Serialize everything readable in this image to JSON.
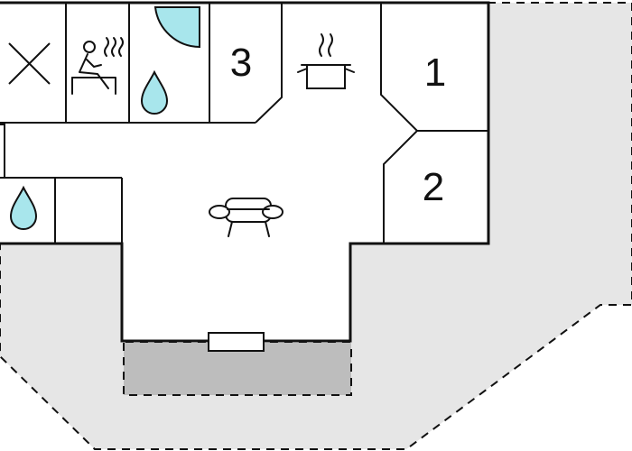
{
  "rooms": {
    "bedroom_1": "1",
    "bedroom_2": "2",
    "bedroom_3": "3"
  },
  "icons": {
    "storage": "x-icon",
    "sauna": "sauna-icon",
    "shower": "water-drop-icon",
    "bathroom": "water-drop-icon",
    "kitchen": "cooking-pot-icon",
    "living_room": "sofa-icon"
  },
  "colors": {
    "wall": "#111111",
    "outdoor_area": "#e6e6e6",
    "terrace": "#bdbdbd",
    "water": "#a8e6ec",
    "interior": "#ffffff"
  }
}
